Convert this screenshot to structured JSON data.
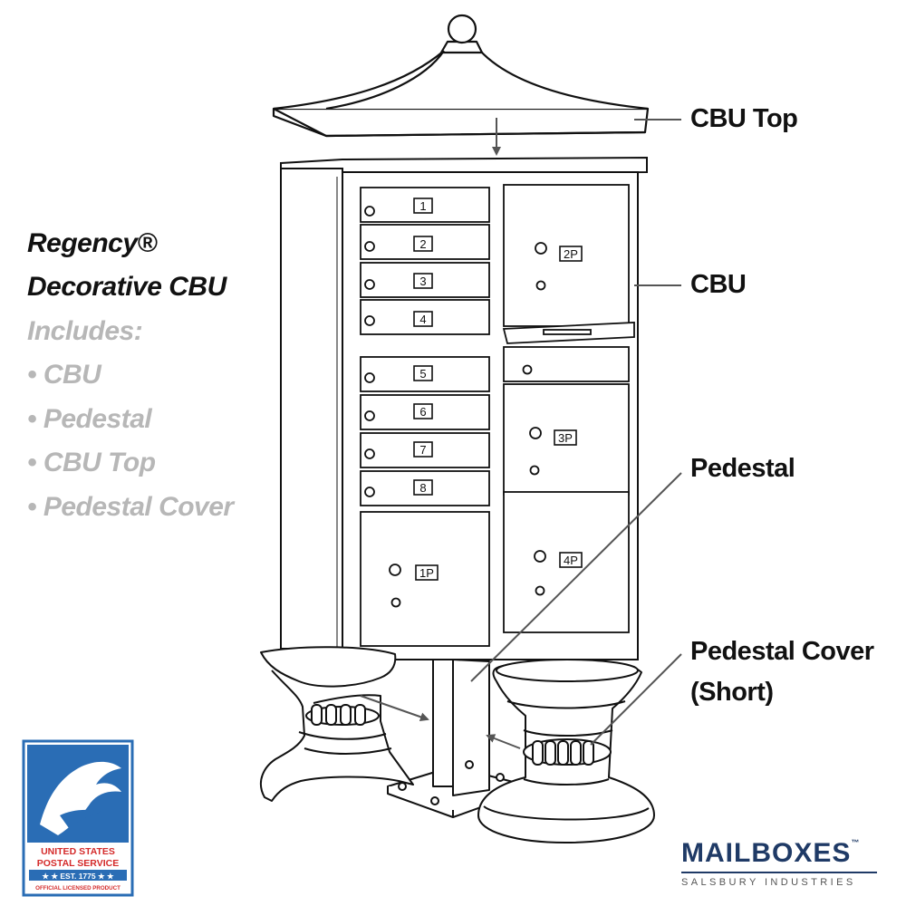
{
  "heading": {
    "line1": "Regency®",
    "line2": "Decorative CBU",
    "includes_label": "Includes:",
    "items": [
      "• CBU",
      "• Pedestal",
      "• CBU Top",
      "• Pedestal Cover"
    ]
  },
  "callouts": {
    "cbu_top": "CBU Top",
    "cbu": "CBU",
    "pedestal": "Pedestal",
    "pedestal_cover_line1": "Pedestal Cover",
    "pedestal_cover_line2": "(Short)"
  },
  "door_labels": {
    "d1": "1",
    "d2": "2",
    "d3": "3",
    "d4": "4",
    "d5": "5",
    "d6": "6",
    "d7": "7",
    "d8": "8",
    "p1": "1P",
    "p2": "2P",
    "p3": "3P",
    "p4": "4P"
  },
  "usps_badge": {
    "line1": "UNITED STATES",
    "line2": "POSTAL SERVICE",
    "line3": "★ ★ EST. 1775 ★ ★",
    "line4": "OFFICIAL LICENSED PRODUCT"
  },
  "brand": {
    "name": "MAILBOXES",
    "tm": "™",
    "subtitle": "SALSBURY INDUSTRIES"
  },
  "colors": {
    "brand_navy": "#1f3a66",
    "usps_blue": "#2a6db5",
    "usps_red": "#d42a2a",
    "muted_text": "#b7b7b7"
  }
}
